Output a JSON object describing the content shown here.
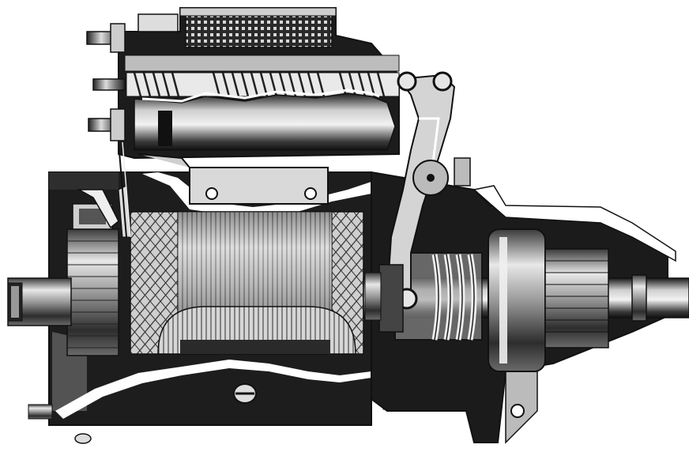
{
  "diagram": {
    "subject": "starter-motor-cutaway",
    "style": "monochrome-technical-illustration",
    "palette": {
      "ink": "#111111",
      "dark": "#2a2a2a",
      "mid": "#7a7a7a",
      "light": "#bdbdbd",
      "pale": "#e4e4e4",
      "paper": "#ffffff"
    },
    "parts": [
      "solenoid",
      "solenoid-spring",
      "plunger",
      "terminal-studs",
      "shift-lever",
      "pivot-pin",
      "yoke-housing",
      "armature",
      "field-coil",
      "commutator",
      "brush-holder",
      "pinion-drive",
      "drive-spring",
      "pinion-gear",
      "nose-housing",
      "shaft",
      "end-bearing",
      "mounting-flange",
      "through-bolts",
      "inspection-plug"
    ]
  }
}
